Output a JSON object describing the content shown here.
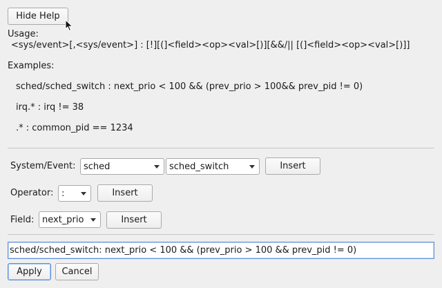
{
  "help": {
    "toggle_label": "Hide Help",
    "usage_title": "Usage:",
    "usage_syntax": "<sys/event>[,<sys/event>] : [!][(]<field><op><val>[)][&&/|| [(]<field><op><val>[)]]",
    "examples_title": "Examples:",
    "examples": [
      "sched/sched_switch : next_prio < 100 && (prev_prio > 100&& prev_pid != 0)",
      "irq.* : irq != 38",
      ".* : common_pid == 1234"
    ]
  },
  "system_event": {
    "label": "System/Event:",
    "system_value": "sched",
    "event_value": "sched_switch",
    "insert_label": "Insert"
  },
  "operator": {
    "label": "Operator:",
    "value": ":",
    "insert_label": "Insert"
  },
  "field": {
    "label": "Field:",
    "value": "next_prio",
    "insert_label": "Insert"
  },
  "filter": {
    "value": "sched/sched_switch: next_prio < 100 && (prev_prio > 100 && prev_pid != 0)"
  },
  "actions": {
    "apply_label": "Apply",
    "cancel_label": "Cancel"
  },
  "icons": {
    "cursor": "mouse-pointer-icon"
  }
}
